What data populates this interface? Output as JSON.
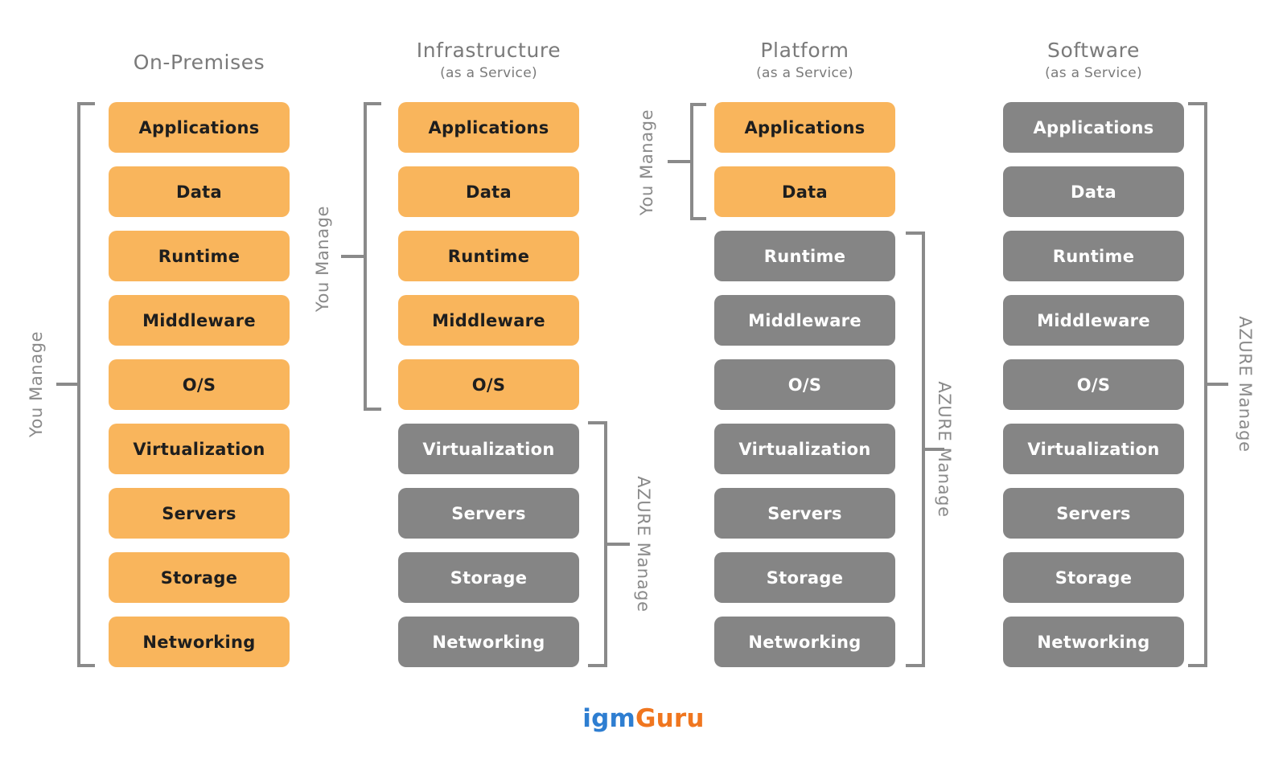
{
  "colors": {
    "you_color": "#F9B55C",
    "azure_color": "#858585",
    "line_gray": "#8A8A8A",
    "heading_gray": "#7A7A7A",
    "text_dark": "#1E1E1E",
    "logo_blue": "#2E7ED1",
    "logo_orange": "#F0761F"
  },
  "labels": {
    "you_manage": "You Manage",
    "azure_manage": "AZURE Manage"
  },
  "layers": [
    "Applications",
    "Data",
    "Runtime",
    "Middleware",
    "O/S",
    "Virtualization",
    "Servers",
    "Storage",
    "Networking"
  ],
  "columns": [
    {
      "title": "On-Premises",
      "subtitle": "",
      "boxes": [
        {
          "label": "Applications",
          "managed_by": "you"
        },
        {
          "label": "Data",
          "managed_by": "you"
        },
        {
          "label": "Runtime",
          "managed_by": "you"
        },
        {
          "label": "Middleware",
          "managed_by": "you"
        },
        {
          "label": "O/S",
          "managed_by": "you"
        },
        {
          "label": "Virtualization",
          "managed_by": "you"
        },
        {
          "label": "Servers",
          "managed_by": "you"
        },
        {
          "label": "Storage",
          "managed_by": "you"
        },
        {
          "label": "Networking",
          "managed_by": "you"
        }
      ],
      "brackets": [
        {
          "side": "left",
          "label": "You Manage",
          "covers": "Applications to Networking"
        }
      ]
    },
    {
      "title": "Infrastructure",
      "subtitle": "(as a Service)",
      "boxes": [
        {
          "label": "Applications",
          "managed_by": "you"
        },
        {
          "label": "Data",
          "managed_by": "you"
        },
        {
          "label": "Runtime",
          "managed_by": "you"
        },
        {
          "label": "Middleware",
          "managed_by": "you"
        },
        {
          "label": "O/S",
          "managed_by": "you"
        },
        {
          "label": "Virtualization",
          "managed_by": "azure"
        },
        {
          "label": "Servers",
          "managed_by": "azure"
        },
        {
          "label": "Storage",
          "managed_by": "azure"
        },
        {
          "label": "Networking",
          "managed_by": "azure"
        }
      ],
      "brackets": [
        {
          "side": "left",
          "label": "You Manage",
          "covers": "Applications to O/S"
        },
        {
          "side": "right",
          "label": "AZURE Manage",
          "covers": "Virtualization to Networking"
        }
      ]
    },
    {
      "title": "Platform",
      "subtitle": "(as a Service)",
      "boxes": [
        {
          "label": "Applications",
          "managed_by": "you"
        },
        {
          "label": "Data",
          "managed_by": "you"
        },
        {
          "label": "Runtime",
          "managed_by": "azure"
        },
        {
          "label": "Middleware",
          "managed_by": "azure"
        },
        {
          "label": "O/S",
          "managed_by": "azure"
        },
        {
          "label": "Virtualization",
          "managed_by": "azure"
        },
        {
          "label": "Servers",
          "managed_by": "azure"
        },
        {
          "label": "Storage",
          "managed_by": "azure"
        },
        {
          "label": "Networking",
          "managed_by": "azure"
        }
      ],
      "brackets": [
        {
          "side": "left",
          "label": "You Manage",
          "covers": "Applications to Data"
        },
        {
          "side": "right",
          "label": "AZURE Manage",
          "covers": "Runtime to Networking"
        }
      ]
    },
    {
      "title": "Software",
      "subtitle": "(as a Service)",
      "boxes": [
        {
          "label": "Applications",
          "managed_by": "azure"
        },
        {
          "label": "Data",
          "managed_by": "azure"
        },
        {
          "label": "Runtime",
          "managed_by": "azure"
        },
        {
          "label": "Middleware",
          "managed_by": "azure"
        },
        {
          "label": "O/S",
          "managed_by": "azure"
        },
        {
          "label": "Virtualization",
          "managed_by": "azure"
        },
        {
          "label": "Servers",
          "managed_by": "azure"
        },
        {
          "label": "Storage",
          "managed_by": "azure"
        },
        {
          "label": "Networking",
          "managed_by": "azure"
        }
      ],
      "brackets": [
        {
          "side": "right",
          "label": "AZURE Manage",
          "covers": "Applications to Networking"
        }
      ]
    }
  ],
  "logo": {
    "text_blue": "igm",
    "text_orange": "Guru"
  }
}
